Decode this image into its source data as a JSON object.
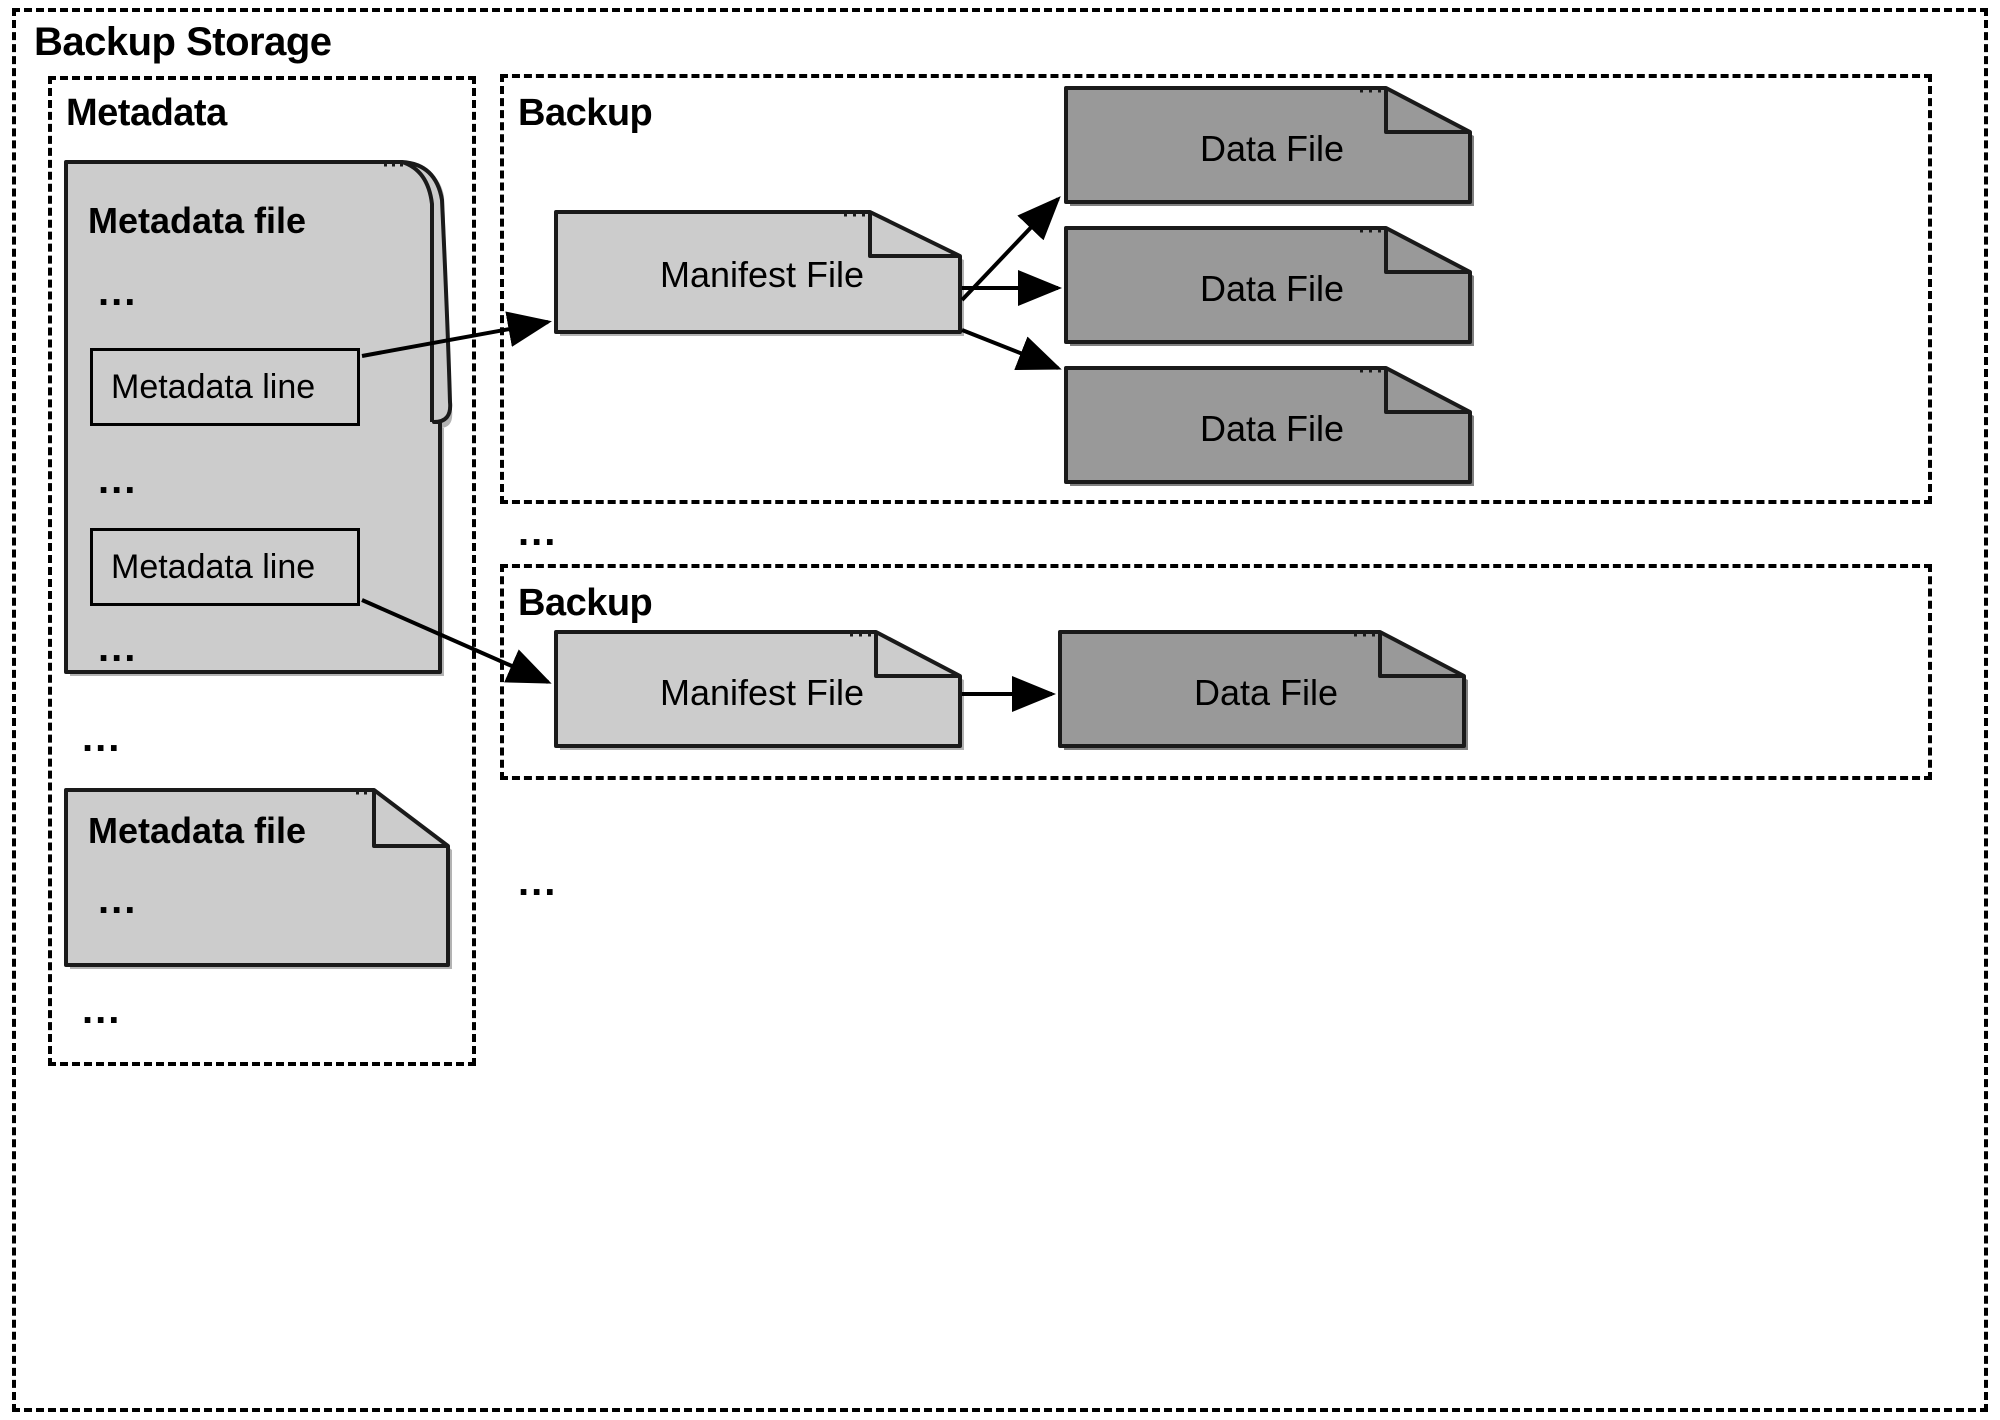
{
  "diagram": {
    "title": "Backup Storage",
    "type": "architecture-diagram"
  },
  "colors": {
    "outline": "#000000",
    "light_file_fill": "#cccccc",
    "dark_file_fill": "#999999",
    "background": "#ffffff"
  },
  "containers": {
    "backup_storage": {
      "label": "Backup Storage"
    },
    "metadata": {
      "label": "Metadata"
    },
    "backup_top": {
      "label": "Backup"
    },
    "backup_bottom": {
      "label": "Backup"
    }
  },
  "metadata_section": {
    "file_1": {
      "label": "Metadata file",
      "contents": [
        {
          "kind": "ellipsis",
          "text": "..."
        },
        {
          "kind": "line",
          "text": "Metadata line"
        },
        {
          "kind": "ellipsis",
          "text": "..."
        },
        {
          "kind": "line",
          "text": "Metadata line"
        },
        {
          "kind": "ellipsis",
          "text": "..."
        }
      ]
    },
    "between_files_ellipsis": "...",
    "file_2": {
      "label": "Metadata file",
      "contents": [
        {
          "kind": "ellipsis",
          "text": "..."
        }
      ]
    },
    "trailing_ellipsis": "..."
  },
  "backup_top_section": {
    "manifest": {
      "label": "Manifest File"
    },
    "data_files": [
      {
        "label": "Data File"
      },
      {
        "label": "Data File"
      },
      {
        "label": "Data File"
      }
    ]
  },
  "between_backups_ellipsis": "...",
  "backup_bottom_section": {
    "manifest": {
      "label": "Manifest File"
    },
    "data_files": [
      {
        "label": "Data File"
      }
    ]
  },
  "trailing_backups_ellipsis": "..."
}
